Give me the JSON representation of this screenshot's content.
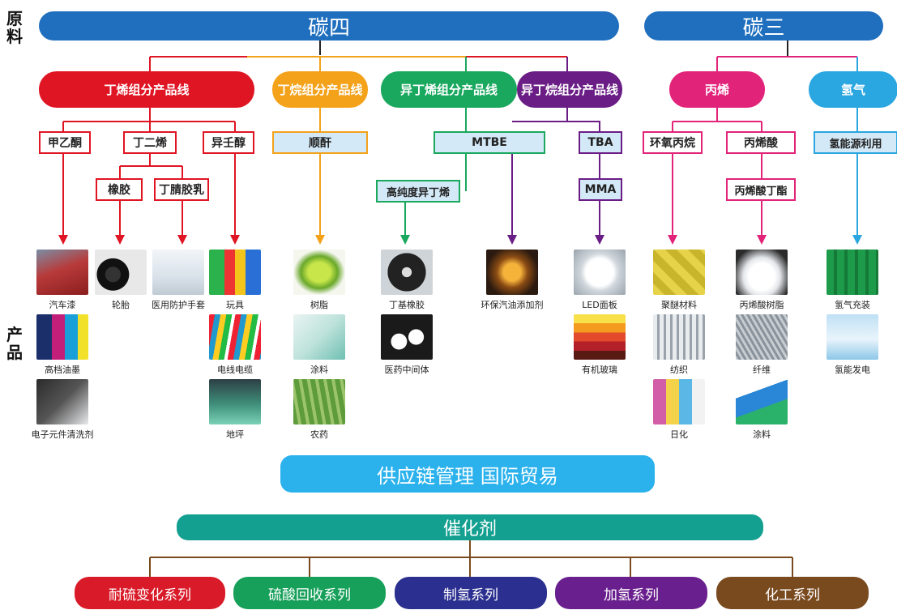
{
  "side_labels": {
    "raw": "原料",
    "products": "产品"
  },
  "top_banners": {
    "c4": "碳四",
    "c3": "碳三"
  },
  "product_lines": {
    "butene": "丁烯组分产品线",
    "butane": "丁烷组分产品线",
    "isobutene": "异丁烯组分产品线",
    "isobutane": "异丁烷组分产品线",
    "propylene": "丙烯",
    "hydrogen": "氢气"
  },
  "intermediates": {
    "mek": "甲乙酮",
    "butadiene": "丁二烯",
    "isononanol": "异壬醇",
    "rubber": "橡胶",
    "nbr_latex": "丁腈胶乳",
    "maleic": "顺酐",
    "mtbe": "MTBE",
    "tba": "TBA",
    "hp_isobutene": "高纯度异丁烯",
    "mma": "MMA",
    "epoxypropane": "环氧丙烷",
    "acrylic_acid": "丙烯酸",
    "butyl_acrylate": "丙烯酸丁酯",
    "hydrogen_energy": "氢能源利用"
  },
  "products": {
    "car_paint": "汽车漆",
    "tire": "轮胎",
    "medical_gloves": "医用防护手套",
    "toys": "玩具",
    "resin": "树脂",
    "butyl_rubber": "丁基橡胶",
    "eco_additive": "环保汽油添加剂",
    "led_panel": "LED面板",
    "polyether": "聚醚材料",
    "sap": "丙烯酸树脂",
    "cylinders": "氢气充装",
    "printing_ink": "高档油墨",
    "wire": "电线电缆",
    "coating": "涂料",
    "pharma": "医药中间体",
    "acrylic_glass": "有机玻璃",
    "textile": "纺织",
    "fiber": "纤维",
    "fuel_cell": "氢能发电",
    "cleaner": "电子元件清洗剂",
    "floor": "地坪",
    "agri": "农药",
    "daily": "日化",
    "paint2": "涂料"
  },
  "supply_banner": "供应链管理 国际贸易",
  "catalyst_banner": "催化剂",
  "catalyst_series": [
    {
      "label": "耐硫变化系列",
      "color": "#d91a28"
    },
    {
      "label": "硫酸回收系列",
      "color": "#17a05a"
    },
    {
      "label": "制氢系列",
      "color": "#2b2f8f"
    },
    {
      "label": "加氢系列",
      "color": "#6a1f8e"
    },
    {
      "label": "化工系列",
      "color": "#7a4a1f"
    }
  ],
  "colors": {
    "blue_banner": "#1f6fbe",
    "red": "#e01523",
    "orange": "#f3a21a",
    "green": "#19a85e",
    "purple": "#6b1d86",
    "magenta": "#e2237a",
    "cyan": "#2aa6e0",
    "teal": "#14a091",
    "light_blue_box": "#d4e9f7",
    "supply_blue": "#2bb2ec"
  }
}
